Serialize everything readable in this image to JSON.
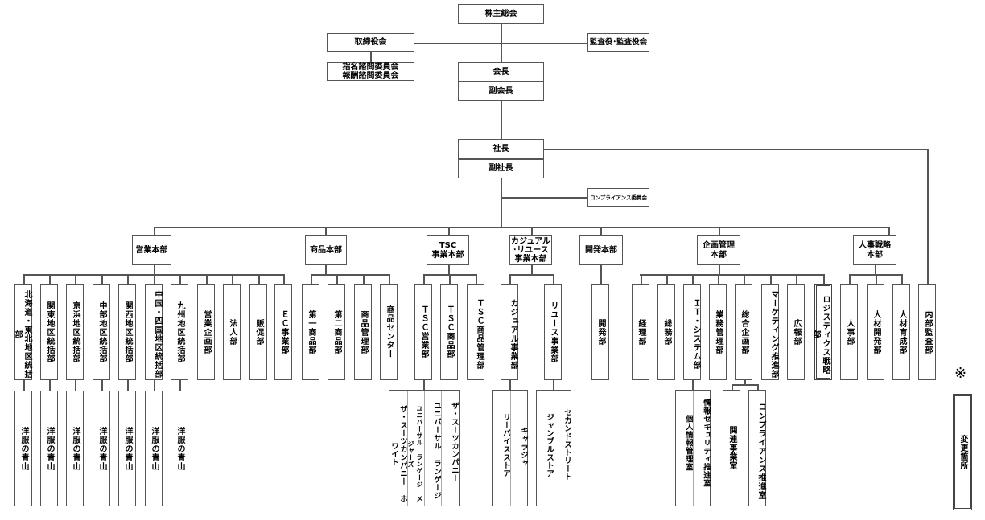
{
  "title": "組織図",
  "top": {
    "shareholders": "株主総会",
    "board": "取締役会",
    "committees": [
      "指名諮問委員会",
      "報酬諮問委員会"
    ],
    "auditors": "監査役･監査役会",
    "chairman": "会長",
    "vice_chairman": "副会長",
    "president": "社長",
    "vice_president": "副社長",
    "compliance_committee": "コンプライアンス委員会"
  },
  "divisions": {
    "sales": {
      "label": "営業本部",
      "departments": [
        {
          "label": "北海道・東北地区統括部",
          "store": "洋服の青山"
        },
        {
          "label": "関東地区統括部",
          "store": "洋服の青山"
        },
        {
          "label": "京浜地区統括部",
          "store": "洋服の青山"
        },
        {
          "label": "中部地区統括部",
          "store": "洋服の青山"
        },
        {
          "label": "関西地区統括部",
          "store": "洋服の青山"
        },
        {
          "label": "中国・四国地区統括部",
          "store": "洋服の青山"
        },
        {
          "label": "九州地区統括部",
          "store": "洋服の青山"
        },
        {
          "label": "営業企画部"
        },
        {
          "label": "法人部"
        },
        {
          "label": "販促部"
        },
        {
          "label": "ＥＣ事業部"
        }
      ]
    },
    "merchandise": {
      "label": "商品本部",
      "departments": [
        {
          "label": "第一商品部"
        },
        {
          "label": "第二商品部"
        },
        {
          "label": "商品管理部"
        },
        {
          "label": "商品センター"
        }
      ]
    },
    "tsc": {
      "label_lines": [
        "TSC",
        "事業本部"
      ],
      "departments": [
        {
          "label": "ＴＳＣ営業部"
        },
        {
          "label": "ＴＳＣ商品部"
        },
        {
          "label": "ＴＳＣ商品管理部"
        }
      ],
      "brands": [
        "ザ・スーツカンパニー",
        "ユニバーサル ランゲージ",
        "ユニバーサル ランゲージ メジャーズ",
        "ザ・スーツカンパニー ホワイト"
      ]
    },
    "casual_reuse": {
      "label_lines": [
        "カジュアル",
        "･リユース",
        "事業本部"
      ],
      "departments": [
        {
          "label": "カジュアル事業部",
          "brands": [
            "キャラジャ",
            "リーバイスストア"
          ]
        },
        {
          "label": "リユース事業部",
          "brands": [
            "セカンドストリート",
            "ジャンブルストア"
          ]
        }
      ]
    },
    "development": {
      "label": "開発本部",
      "departments": [
        {
          "label": "開発部"
        }
      ]
    },
    "corporate_planning": {
      "label_lines": [
        "企画管理",
        "本部"
      ],
      "departments": [
        {
          "label": "経理部"
        },
        {
          "label": "総務部"
        },
        {
          "label": "ＩＴ・システム部",
          "offices": [
            "情報セキュリティ推進室",
            "個人情報管理室"
          ]
        },
        {
          "label": "業務管理部"
        },
        {
          "label": "総合企画部",
          "offices": [
            "関連事業室",
            "コンプライアンス推進室"
          ]
        },
        {
          "label": "マーケティング推進部"
        },
        {
          "label": "広報部"
        },
        {
          "label": "ロジスティクス戦略部",
          "changed": true
        }
      ]
    },
    "hr_strategy": {
      "label_lines": [
        "人事戦略",
        "本部"
      ],
      "departments": [
        {
          "label": "人事部"
        },
        {
          "label": "人材開発部"
        },
        {
          "label": "人材育成部"
        }
      ]
    }
  },
  "internal_audit": "内部監査部",
  "legend": {
    "mark": "※",
    "label": "変更箇所"
  }
}
